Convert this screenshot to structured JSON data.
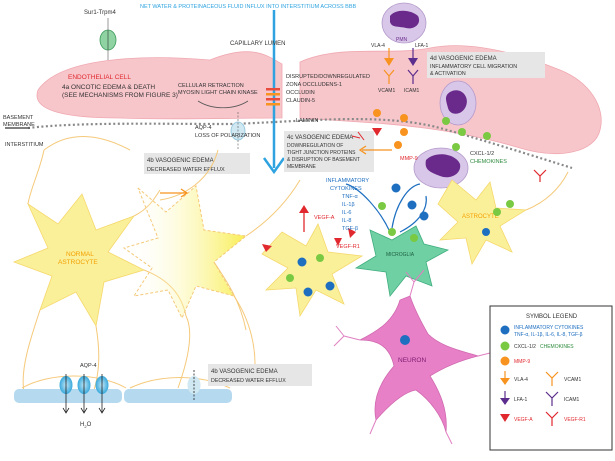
{
  "header": {
    "influx": "NET WATER & PROTEINACEOUS FLUID INFLUX INTO INTERSTITIUM ACROSS BBB",
    "capillary_lumen": "CAPILLARY LUMEN",
    "channel": "Sur1-Trpm4"
  },
  "endothelium": {
    "cell_label": "ENDOTHELIAL CELL",
    "edema_4a_line1": "4a ONCOTIC EDEMA & DEATH",
    "edema_4a_line2": "(SEE MECHANISMS FROM FIGURE 3)",
    "retraction_line1": "CELLULAR RETRACTION",
    "retraction_line2": "MYOSIN LIGHT CHAIN KINASE",
    "junction_line1": "DISRUPTED/DOWNREGULATED",
    "junction_line2": "ZONA OCCLUDENS-1",
    "junction_line3": "OCCLUDIN",
    "junction_line4": "CLAUDIN-5",
    "laminin": "LAMININ"
  },
  "pmn": {
    "label": "PMN",
    "vla4": "VLA-4",
    "lfa1": "LFA-1",
    "vcam1": "VCAM1",
    "icam1": "ICAM1"
  },
  "edema_4d": {
    "line1": "4d VASOGENIC EDEMA",
    "line2": "INFLAMMATORY CELL MIGRATION",
    "line3": "& ACTIVATION"
  },
  "edema_4c": {
    "line1": "4c VASOGENIC EDEMA",
    "line2": "DOWNREGULATION OF",
    "line3": "TIGHT JUNCTION PROTEINS",
    "line4": "& DISRUPTION OF BASEMENT",
    "line5": "MEMBRANE"
  },
  "edema_4b_upper": {
    "line1": "4b VASOGENIC EDEMA",
    "line2": "DECREASED WATER EFFLUX"
  },
  "edema_4b_lower": {
    "line1": "4b VASOGENIC EDEMA",
    "line2": "DECREASED WATER  EFFLUX"
  },
  "left_labels": {
    "basement_line1": "BASEMENT",
    "basement_line2": "MEMBRANE",
    "interstitium": "INTERSTITIUM",
    "aqp4_top_line1": "AQP-4",
    "aqp4_top_line2": "LOSS OF POLARIZATION",
    "normal_astro_line1": "NORMAL",
    "normal_astro_line2": "ASTROCYTE",
    "aqp4_bottom": "AQP-4",
    "water_h": "H",
    "water_sub": "2",
    "water_o": "O"
  },
  "cells": {
    "mmp9": "MMP-9",
    "cxcl_line1": "CXCL-1/2",
    "cxcl_line2": "CHEMOKINES",
    "astrocyte": "ASTROCYTE",
    "microglia": "MICROGLIA",
    "neuron": "NEURON",
    "vegfa": "VEGF-A",
    "vegfr1": "VEGF-R1"
  },
  "cytokines": {
    "line1": "INFLAMMATORY",
    "line2": "CYTOKINES",
    "line3": "TNF-α",
    "line4": "IL-1β",
    "line5": "IL-6",
    "line6": "IL-8",
    "line7": "TGF-β"
  },
  "legend": {
    "title": "SYMBOL LEGEND",
    "cytokines_line1": "INFLAMMATORY CYTOKINES",
    "cytokines_line2": "TNF-α, IL-1β, IL-6, IL-8, TGF-β",
    "cxcl_label": "CXCL-1/2",
    "cxcl_chemo": "CHEMOKINES",
    "mmp9": "MMP-9",
    "vla4": "VLA-4",
    "vcam1": "VCAM1",
    "lfa1": "LFA-1",
    "icam1": "ICAM1",
    "vegfa": "VEGF-A",
    "vegfr1": "VEGF-R1"
  },
  "colors": {
    "endothelium": "#f7c6cb",
    "pmn": "#6a2a8c",
    "astrocyte": "#fbf09a",
    "microglia": "#6fd0a4",
    "neuron": "#e880c8",
    "blue": "#1e6fc0",
    "green": "#7ac943",
    "orange": "#f7931e",
    "red": "#e0282e",
    "influx_arrow": "#2ea3e0"
  }
}
